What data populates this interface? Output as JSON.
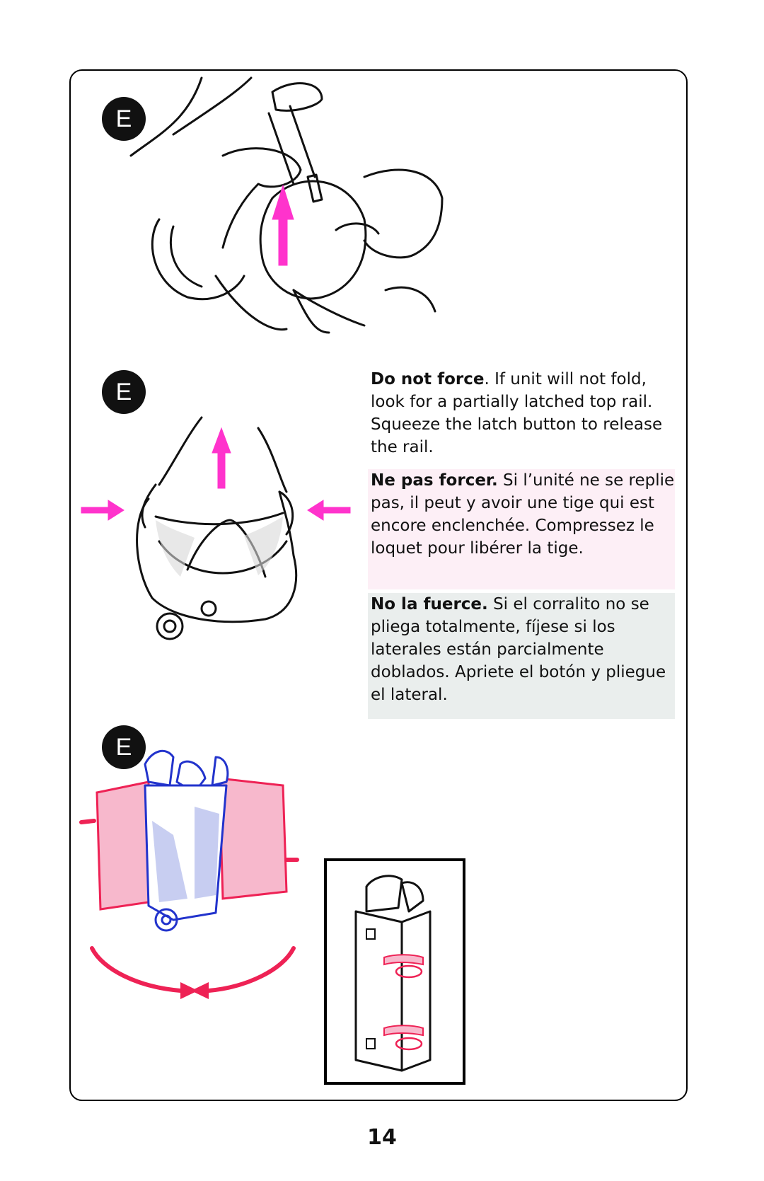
{
  "steps": [
    {
      "badge": "E"
    },
    {
      "badge": "E"
    },
    {
      "badge": "E"
    }
  ],
  "instructions": {
    "en": {
      "lead": "Do not force",
      "body": ". If unit will not fold, look for a partially latched top rail. Squeeze the latch button to release the rail."
    },
    "fr": {
      "lead": "Ne pas forcer.",
      "body": " Si l’unité ne se replie pas, il peut y avoir une tige qui est encore enclenchée. Compressez le loquet pour libérer la tige."
    },
    "es": {
      "lead": "No la fuerce.",
      "body": " Si el corralito no se pliega totalmente, fíjese si los laterales están parcialmente doblados. Apriete el botón y pliegue el lateral."
    }
  },
  "colors": {
    "arrow": "#ff33cc",
    "fold_arrow": "#ee2255",
    "fr_bg": "#fdeff6",
    "es_bg": "#eaeeed",
    "panel_pink": "#f7b8cc",
    "blue_outline": "#2233cc"
  },
  "page_number": "14"
}
